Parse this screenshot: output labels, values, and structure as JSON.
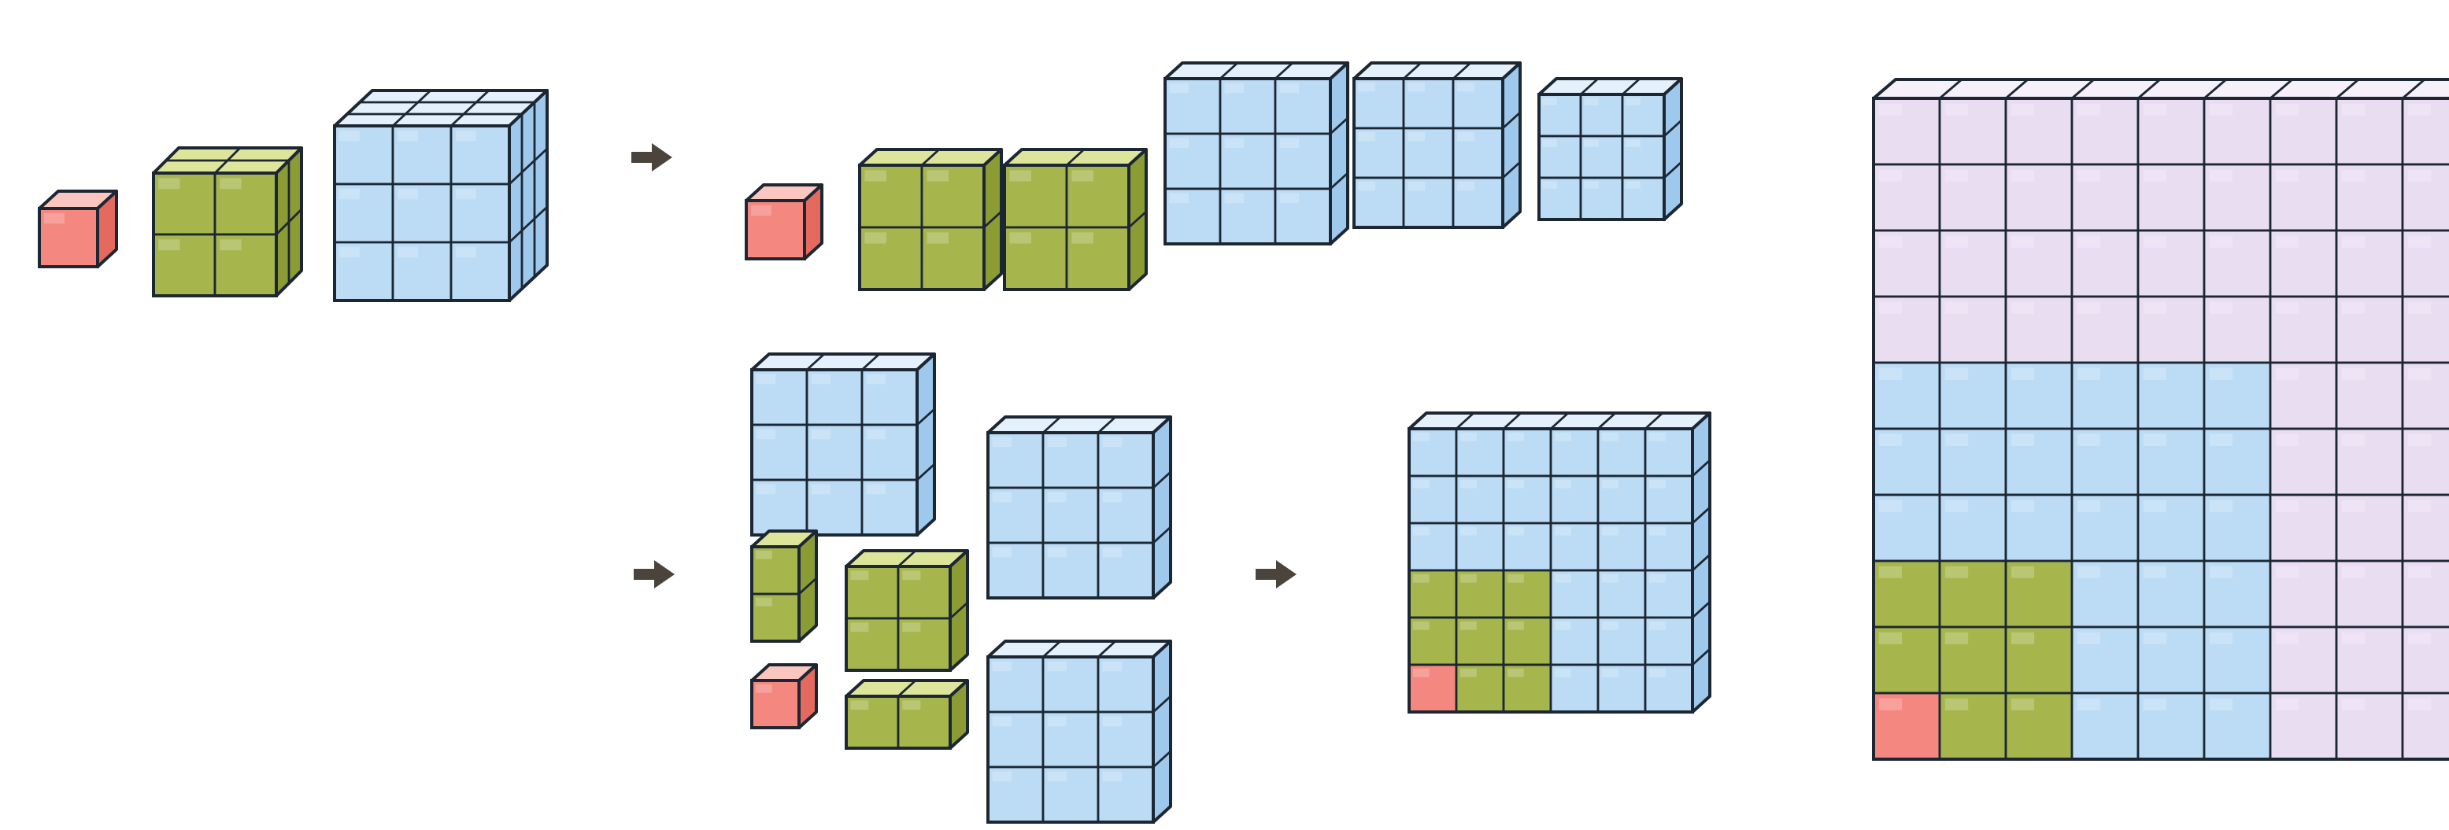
{
  "palette": {
    "red": {
      "front": "#f4877f",
      "top": "#fbc6bf",
      "side": "#e46a5f"
    },
    "green": {
      "front": "#a6b64c",
      "top": "#dde59a",
      "side": "#8c9c34"
    },
    "blue": {
      "front": "#bcdcf5",
      "top": "#e4f1fc",
      "side": "#9ec8ec"
    },
    "purple": {
      "front": "#e9ddf2",
      "top": "#f6f0fa",
      "side": "#d8c6e8"
    },
    "edge": "#1c2733",
    "arrow": "#4a443c"
  },
  "icons": {
    "arrow": "right-arrow-icon"
  },
  "stages": [
    {
      "name": "stage-stacked-cubes",
      "arrow_after": true
    },
    {
      "name": "stage-sliced-layers",
      "arrow_after": false
    },
    {
      "name": "stage-rearranged-pieces",
      "arrow_after": true
    },
    {
      "name": "stage-assembled-square",
      "arrow_after": false
    },
    {
      "name": "stage-next-square",
      "arrow_after": false
    }
  ]
}
